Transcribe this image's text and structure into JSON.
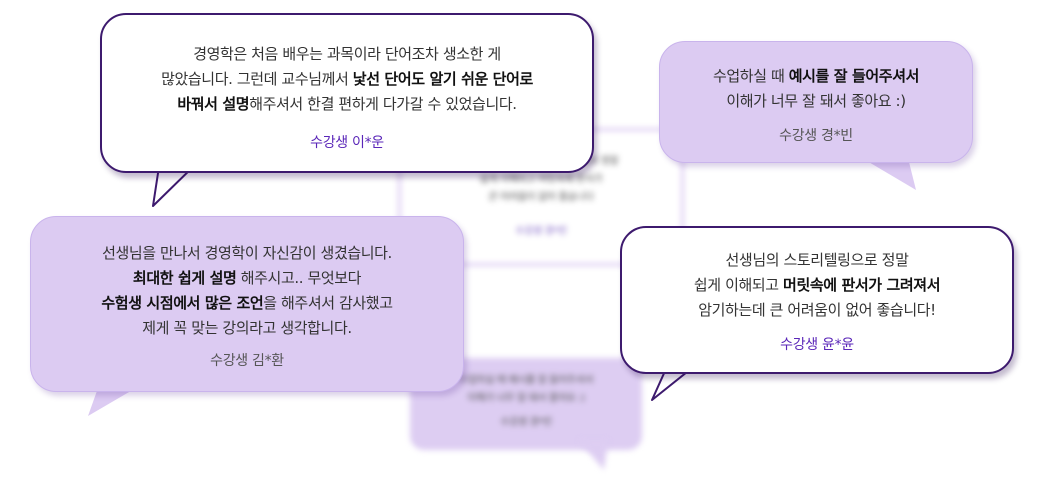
{
  "testimonials": [
    {
      "lines": [
        [
          {
            "t": "경영학은 처음 배우는 과목이라 단어조차 생소한 게"
          }
        ],
        [
          {
            "t": "많았습니다. 그런데 교수님께서 "
          },
          {
            "t": "낯선 단어도 알기 쉬운 단어로",
            "b": true
          }
        ],
        [
          {
            "t": "바꿔서 설명",
            "b": true
          },
          {
            "t": "해주셔서 한결 편하게 다가갈 수 있었습니다."
          }
        ]
      ],
      "signature": "수강생 이*운"
    },
    {
      "lines": [
        [
          {
            "t": "수업하실 때 "
          },
          {
            "t": "예시를 잘 들어주셔서",
            "b": true
          }
        ],
        [
          {
            "t": "이해가 너무 잘 돼서 좋아요 :)"
          }
        ]
      ],
      "signature": "수강생 경*빈"
    },
    {
      "lines": [
        [
          {
            "t": "선생님을 만나서 경영학이 자신감이 생겼습니다."
          }
        ],
        [
          {
            "t": "최대한 쉽게 설명",
            "b": true
          },
          {
            "t": " 해주시고.. 무엇보다"
          }
        ],
        [
          {
            "t": "수험생 시점에서 많은 조언",
            "b": true
          },
          {
            "t": "을 해주셔서 감사했고"
          }
        ],
        [
          {
            "t": "제게 꼭 맞는 강의라고 생각합니다."
          }
        ]
      ],
      "signature": "수강생 김*환"
    },
    {
      "lines": [
        [
          {
            "t": "선생님의 스토리텔링으로 정말"
          }
        ],
        [
          {
            "t": "쉽게 이해되고 "
          },
          {
            "t": "머릿속에 판서가 그려져서",
            "b": true
          }
        ],
        [
          {
            "t": "암기하는데 큰 어려움이 없어 좋습니다!"
          }
        ]
      ],
      "signature": "수강생 윤*윤"
    }
  ]
}
